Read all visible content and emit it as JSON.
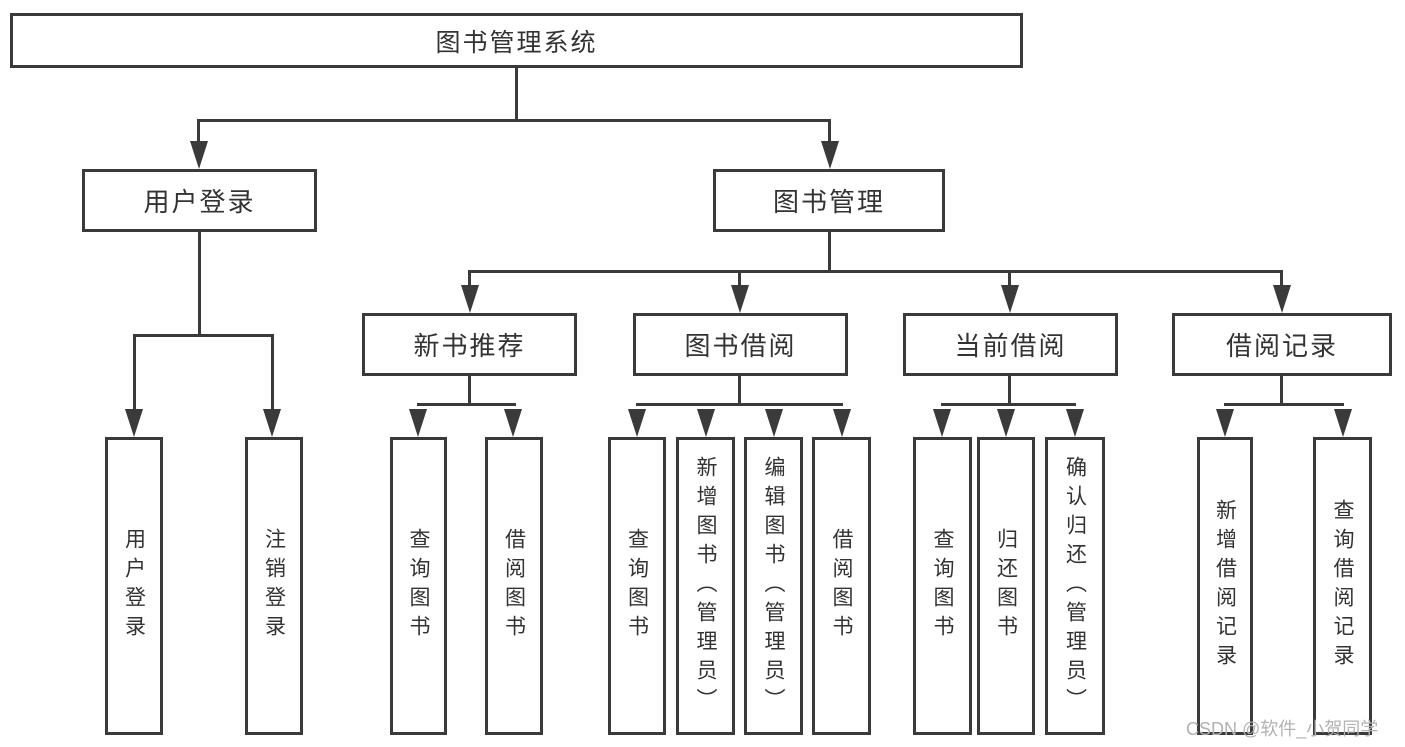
{
  "diagram": {
    "root": {
      "label": "图书管理系统"
    },
    "level2": {
      "user_login": {
        "label": "用户登录"
      },
      "book_mgmt": {
        "label": "图书管理"
      }
    },
    "level3": {
      "new_rec": {
        "label": "新书推荐"
      },
      "borrow": {
        "label": "图书借阅"
      },
      "current": {
        "label": "当前借阅"
      },
      "records": {
        "label": "借阅记录"
      }
    },
    "leaves": {
      "login": {
        "label": "用户登录"
      },
      "logout": {
        "label": "注销登录"
      },
      "rec_query": {
        "label": "查询图书"
      },
      "rec_borrow": {
        "label": "借阅图书"
      },
      "bor_query": {
        "label": "查询图书"
      },
      "bor_add": {
        "label": "新增图书（管理员）"
      },
      "bor_edit": {
        "label": "编辑图书（管理员）"
      },
      "bor_borrow": {
        "label": "借阅图书"
      },
      "cur_query": {
        "label": "查询图书"
      },
      "cur_return": {
        "label": "归还图书"
      },
      "cur_confirm": {
        "label": "确认归还（管理员）"
      },
      "rec2_add": {
        "label": "新增借阅记录"
      },
      "rec2_query": {
        "label": "查询借阅记录"
      }
    }
  },
  "watermark": {
    "text": "CSDN @软件_小贺同学"
  },
  "colors": {
    "line": "#3a3a3a",
    "text": "#333333",
    "watermark": "#b2b2b2",
    "background": "#ffffff"
  }
}
